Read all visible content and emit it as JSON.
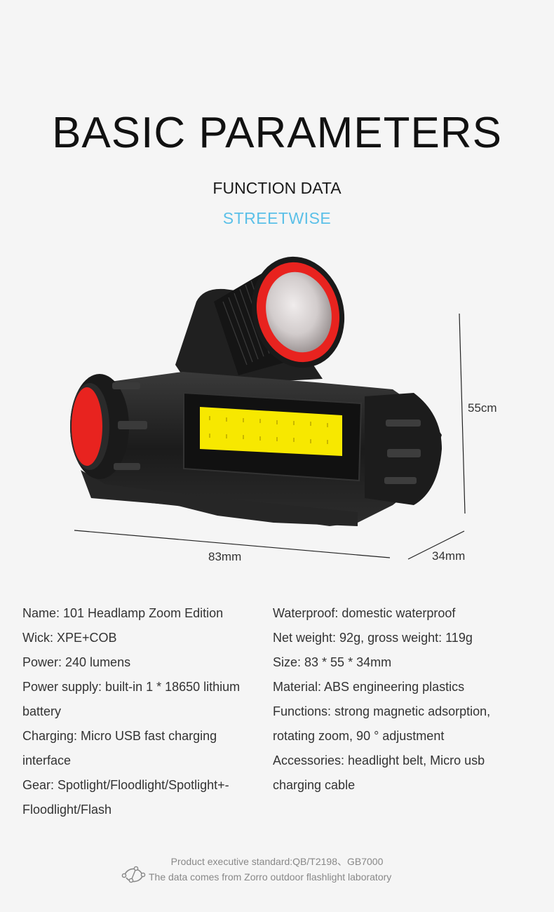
{
  "header": {
    "title": "BASIC PARAMETERS",
    "subtitle": "FUNCTION DATA",
    "brand": "STREETWISE",
    "brand_color": "#5bc0e8"
  },
  "product_image": {
    "alt": "101 headlamp zoom edition product photo",
    "colors": {
      "body": "#1c1c1c",
      "accent_red": "#e8231f",
      "cob_yellow": "#f7e800",
      "lens": "#d9d4d4"
    }
  },
  "dimensions": {
    "height": "55cm",
    "length": "83mm",
    "depth": "34mm"
  },
  "specs": {
    "left": [
      "Name: 101 Headlamp Zoom Edition",
      "Wick: XPE+COB",
      "Power: 240 lumens",
      "Power supply: built-in 1 * 18650 lithium",
      "battery",
      "Charging: Micro USB fast charging",
      "interface",
      "Gear: Spotlight/Floodlight/Spotlight+-",
      "Floodlight/Flash"
    ],
    "right": [
      "Waterproof: domestic waterproof",
      "Net weight: 92g, gross weight: 119g",
      "Size: 83 * 55 * 34mm",
      "Material: ABS engineering plastics",
      "Functions: strong magnetic adsorption,",
      "rotating zoom, 90 ° adjustment",
      "Accessories: headlight belt, Micro usb",
      "charging cable"
    ]
  },
  "footer": {
    "standard": "Product executive standard:QB/T2198、GB7000",
    "source": "The data comes from Zorro outdoor flashlight laboratory",
    "icon": "lab-network-icon"
  }
}
